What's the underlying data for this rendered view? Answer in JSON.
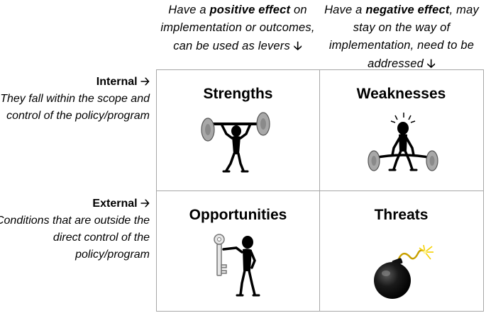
{
  "columns": {
    "positive": {
      "prefix": "Have a ",
      "emphasis": "positive effect",
      "suffix": " on implementation or outcomes, can be used as levers",
      "arrow": "🡣"
    },
    "negative": {
      "prefix": "Have a ",
      "emphasis": "negative effect",
      "suffix": ", may stay on the way of implementation, need to be addressed",
      "arrow": "🡣"
    }
  },
  "rows": {
    "internal": {
      "title": "Internal",
      "arrow": "🡢",
      "description": "They fall within the scope and control of the policy/program"
    },
    "external": {
      "title": "External",
      "arrow": "🡢",
      "description": "Conditions that are outside the direct control of the policy/program"
    }
  },
  "quadrants": {
    "strengths": {
      "title": "Strengths",
      "icon": "weightlifter-icon"
    },
    "weaknesses": {
      "title": "Weaknesses",
      "icon": "struggling-lifter-icon"
    },
    "opportunities": {
      "title": "Opportunities",
      "icon": "figure-holding-key-icon"
    },
    "threats": {
      "title": "Threats",
      "icon": "bomb-icon"
    }
  },
  "colors": {
    "grid_border": "#a6a6a6",
    "figure": "#000000",
    "plate": "#a8a8a8",
    "bomb": "#1a1a1a",
    "spark": "#f5d000"
  }
}
